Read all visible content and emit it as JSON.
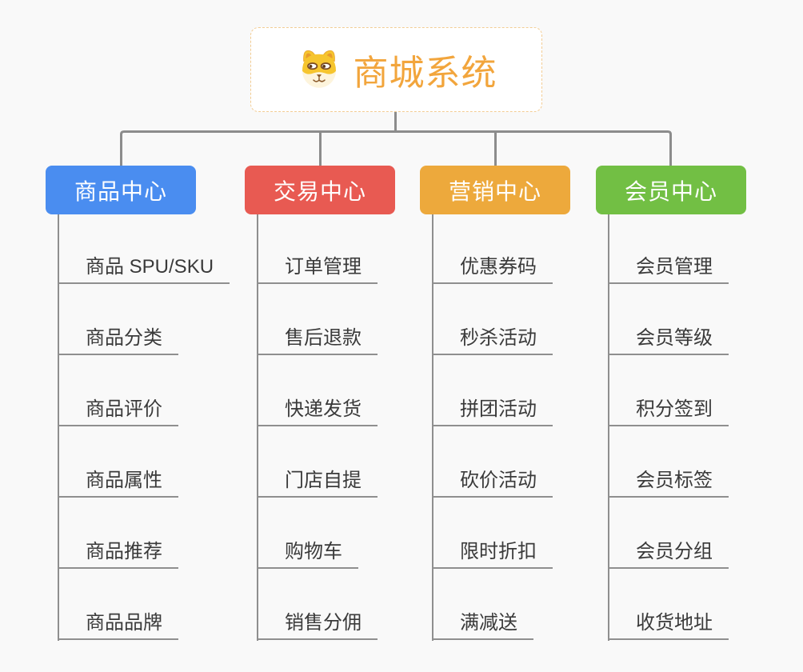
{
  "root": {
    "title": "商城系统",
    "icon": "dog-face-icon",
    "title_color": "#F2A53C",
    "border_color": "#F3CD94"
  },
  "columns": [
    {
      "label": "商品中心",
      "color": "#4A8DF0",
      "items": [
        "商品 SPU/SKU",
        "商品分类",
        "商品评价",
        "商品属性",
        "商品推荐",
        "商品品牌"
      ]
    },
    {
      "label": "交易中心",
      "color": "#E85A52",
      "items": [
        "订单管理",
        "售后退款",
        "快递发货",
        "门店自提",
        "购物车",
        "销售分佣"
      ]
    },
    {
      "label": "营销中心",
      "color": "#EDA93C",
      "items": [
        "优惠券码",
        "秒杀活动",
        "拼团活动",
        "砍价活动",
        "限时折扣",
        "满减送"
      ]
    },
    {
      "label": "会员中心",
      "color": "#72BF44",
      "items": [
        "会员管理",
        "会员等级",
        "积分签到",
        "会员标签",
        "会员分组",
        "收货地址"
      ]
    }
  ],
  "connector_color": "#8C8C8C",
  "line_color": "#8F8F8F",
  "background_color": "#F9F9F9"
}
